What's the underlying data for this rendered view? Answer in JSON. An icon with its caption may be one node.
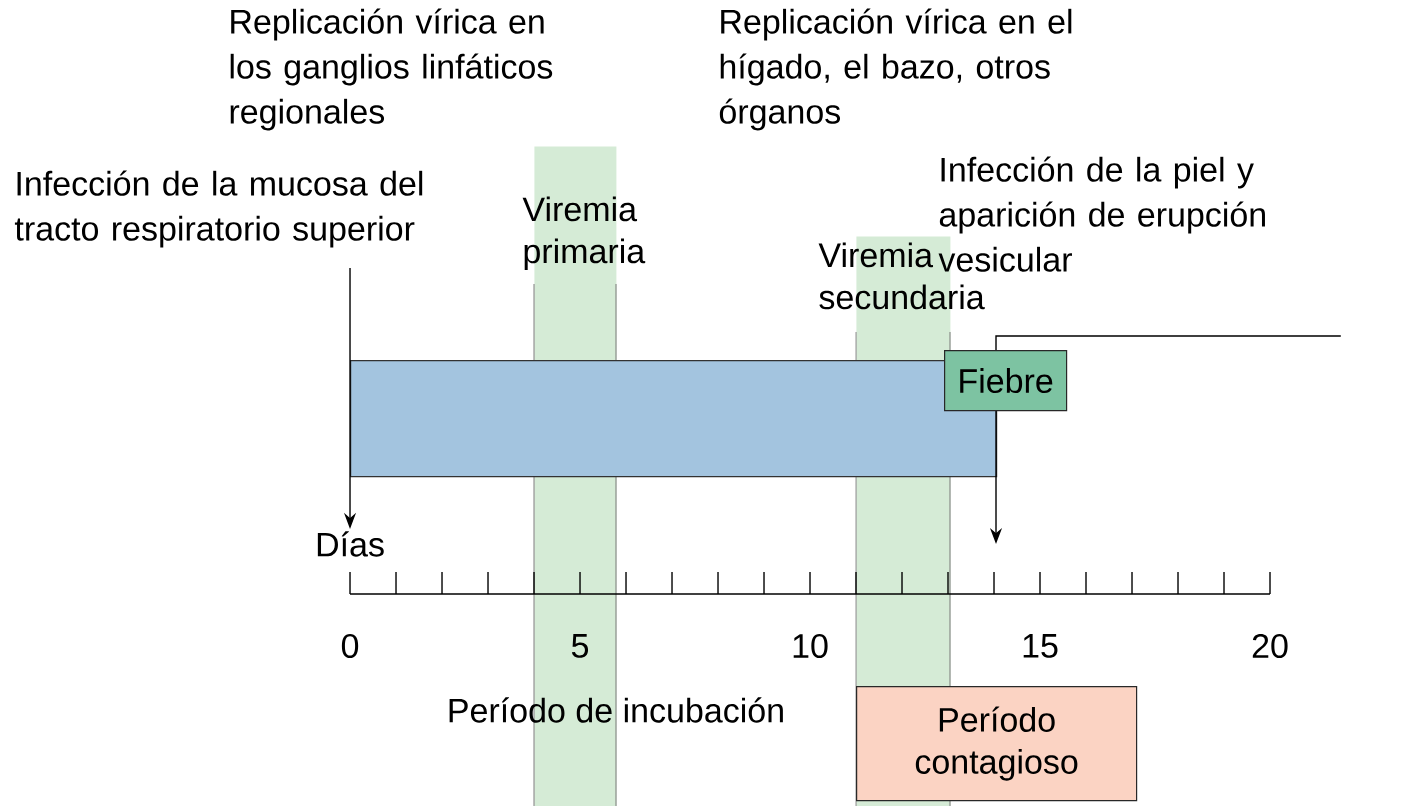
{
  "diagram": {
    "nodes": [
      {
        "text": [
          "Replicación vírica en los ganglios linfáticos regionales"
        ]
      },
      {
        "text": [
          "Replicación vírica en el hígado, el bazo, otros órganos"
        ]
      },
      {
        "text": [
          "Infección de la mucosa del tracto respiratorio superior"
        ]
      },
      {
        "text": [
          "Infección de la piel y aparición de erupción vesicular"
        ]
      },
      {
        "text": [
          "Viremia primaria"
        ]
      },
      {
        "text": [
          "Viremia secundaria"
        ]
      },
      {
        "text": [],
        "shape": "bar"
      },
      {
        "text": [
          "Fiebre"
        ]
      },
      {
        "text": [
          "Período contagioso"
        ]
      },
      {
        "text": [
          "Días"
        ]
      }
    ],
    "edges": [
      {
        "from": 2,
        "to": 9,
        "arrow": "to"
      },
      {
        "from": 3,
        "to": null,
        "arrow": "to"
      }
    ],
    "labels": [
      "0",
      "5",
      "10",
      "15",
      "20",
      "Período de incubación"
    ]
  }
}
